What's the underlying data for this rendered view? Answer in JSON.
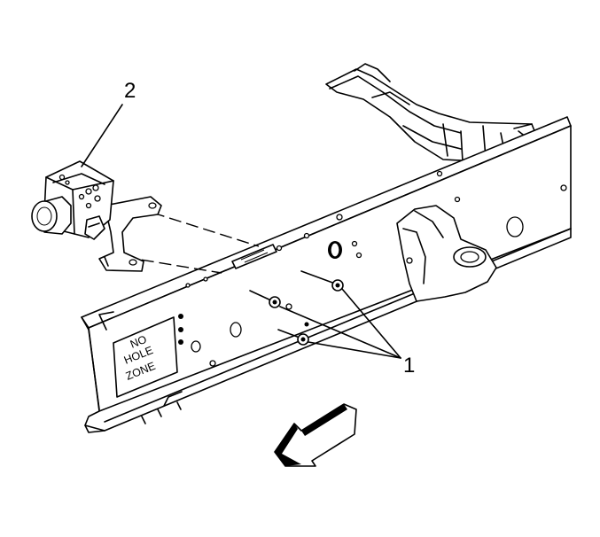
{
  "callouts": {
    "bolts": "1",
    "module": "2"
  },
  "label": {
    "line1": "NO",
    "line2": "HOLE",
    "line3": "ZONE"
  },
  "icons": {
    "direction": "front-arrow-icon"
  }
}
